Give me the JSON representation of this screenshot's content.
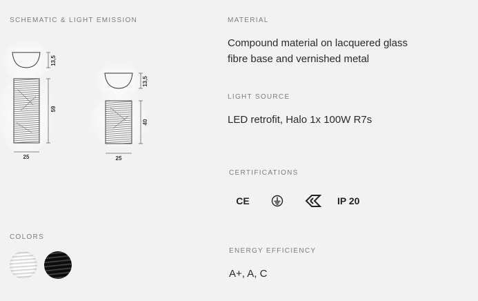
{
  "schematic": {
    "title": "SCHEMATIC & LIGHT EMISSION",
    "lamp_large": {
      "shade_height": "13,5",
      "body_height": "59",
      "width": "25"
    },
    "lamp_small": {
      "shade_height": "13,5",
      "body_height": "40",
      "width": "25"
    }
  },
  "material": {
    "title": "MATERIAL",
    "line1": "Compound material on lacquered glass",
    "line2": "fibre base and vernished metal"
  },
  "light_source": {
    "title": "LIGHT SOURCE",
    "value": "LED retrofit, Halo 1x 100W R7s"
  },
  "certifications": {
    "title": "CERTIFICATIONS",
    "ce": "CE",
    "ip": "IP 20",
    "icons": [
      "ce-mark-icon",
      "ground-icon",
      "enec-icon",
      "ip-rating"
    ]
  },
  "colors": {
    "title": "COLORS",
    "swatches": [
      "white-swatch",
      "black-swatch"
    ]
  },
  "energy": {
    "title": "ENERGY EFFICIENCY",
    "value": "A+, A, C"
  }
}
